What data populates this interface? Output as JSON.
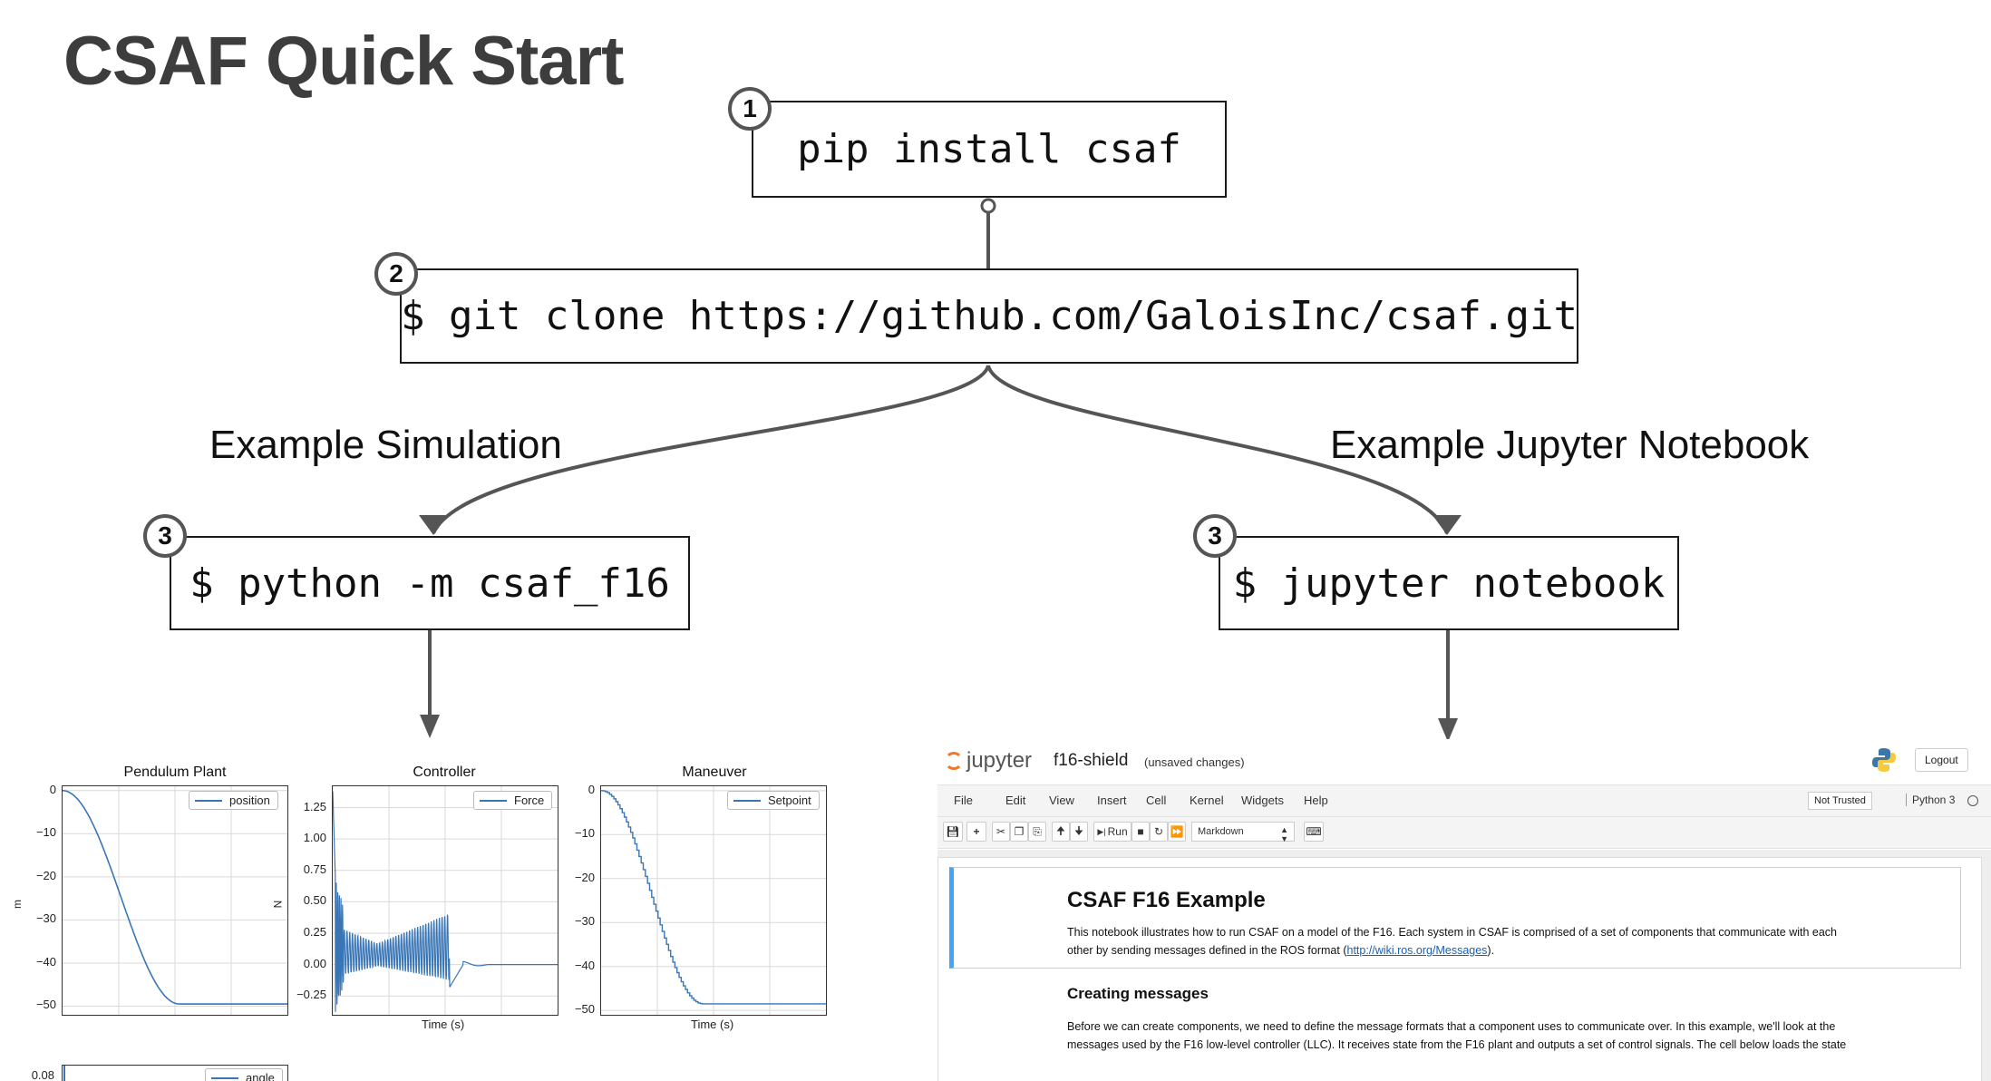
{
  "title": "CSAF Quick Start",
  "steps": [
    {
      "badge": "1",
      "command": "pip install csaf"
    },
    {
      "badge": "2",
      "command": "$ git clone https://github.com/GaloisInc/csaf.git"
    },
    {
      "badge": "3",
      "command": "$ python -m csaf_f16"
    },
    {
      "badge": "3",
      "command": "$ jupyter notebook"
    }
  ],
  "branches": {
    "left": "Example Simulation",
    "right": "Example Jupyter Notebook"
  },
  "colors": {
    "line": "#555555",
    "plot_line": "#3a76b5",
    "title": "#3d3d3d",
    "jupyter_orange": "#f37626",
    "cell_accent": "#42a5f5"
  },
  "chart_data": [
    {
      "type": "line",
      "title": "Pendulum Plant",
      "ylabel": "m",
      "xlabel": "",
      "ylim": [
        -52,
        1
      ],
      "yticks": [
        "0",
        "−10",
        "−20",
        "−30",
        "−40",
        "−50"
      ],
      "ytick_values": [
        0,
        -10,
        -20,
        -30,
        -40,
        -50
      ],
      "series": [
        {
          "name": "position",
          "style": "smooth-s",
          "start": 0,
          "end": -49.5,
          "settle_fraction": 0.52
        }
      ],
      "legend": "top-right"
    },
    {
      "type": "line",
      "title": "Controller",
      "ylabel": "N",
      "xlabel": "Time (s)",
      "ylim": [
        -0.4,
        1.42
      ],
      "yticks": [
        "1.25",
        "1.00",
        "0.75",
        "0.50",
        "0.25",
        "0.00",
        "−0.25"
      ],
      "ytick_values": [
        1.25,
        1.0,
        0.75,
        0.5,
        0.25,
        0.0,
        -0.25
      ],
      "series": [
        {
          "name": "Force",
          "style": "oscillating"
        }
      ],
      "legend": "top-right"
    },
    {
      "type": "line",
      "title": "Maneuver",
      "ylabel": "",
      "xlabel": "Time (s)",
      "ylim": [
        -51,
        1
      ],
      "yticks": [
        "0",
        "−10",
        "−20",
        "−30",
        "−40",
        "−50"
      ],
      "ytick_values": [
        0,
        -10,
        -20,
        -30,
        -40,
        -50
      ],
      "series": [
        {
          "name": "Setpoint",
          "style": "staircase",
          "start": 0,
          "end": -48.5,
          "settle_fraction": 0.45
        }
      ],
      "legend": "top-right"
    },
    {
      "type": "line",
      "title": "",
      "ylabel": "",
      "xlabel": "",
      "yticks": [
        "0.08"
      ],
      "ytick_values": [
        0.08
      ],
      "series": [
        {
          "name": "angle"
        }
      ],
      "legend": "top-right"
    }
  ],
  "jupyter": {
    "logo_text": "jupyter",
    "notebook_name": "f16-shield",
    "save_status": "(unsaved changes)",
    "logout": "Logout",
    "menu": [
      "File",
      "Edit",
      "View",
      "Insert",
      "Cell",
      "Kernel",
      "Widgets",
      "Help"
    ],
    "not_trusted": "Not Trusted",
    "kernel": "Python 3",
    "toolbar": {
      "run": "Run",
      "cell_type": "Markdown"
    },
    "heading": "CSAF F16 Example",
    "intro_line1": "This notebook illustrates how to run CSAF on a model of the F16. Each system in CSAF is comprised of a set of components that communicate with each",
    "intro_line2_prefix": "other by sending messages defined in the ROS format (",
    "intro_link": "http://wiki.ros.org/Messages",
    "intro_line2_suffix": ").",
    "section_heading": "Creating messages",
    "body_line1": "Before we can create components, we need to define the message formats that a component uses to communicate over. In this example, we'll look at the",
    "body_line2": "messages used by the F16 low-level controller (LLC). It receives state from the F16 plant and outputs a set of control signals. The cell below loads the state"
  }
}
